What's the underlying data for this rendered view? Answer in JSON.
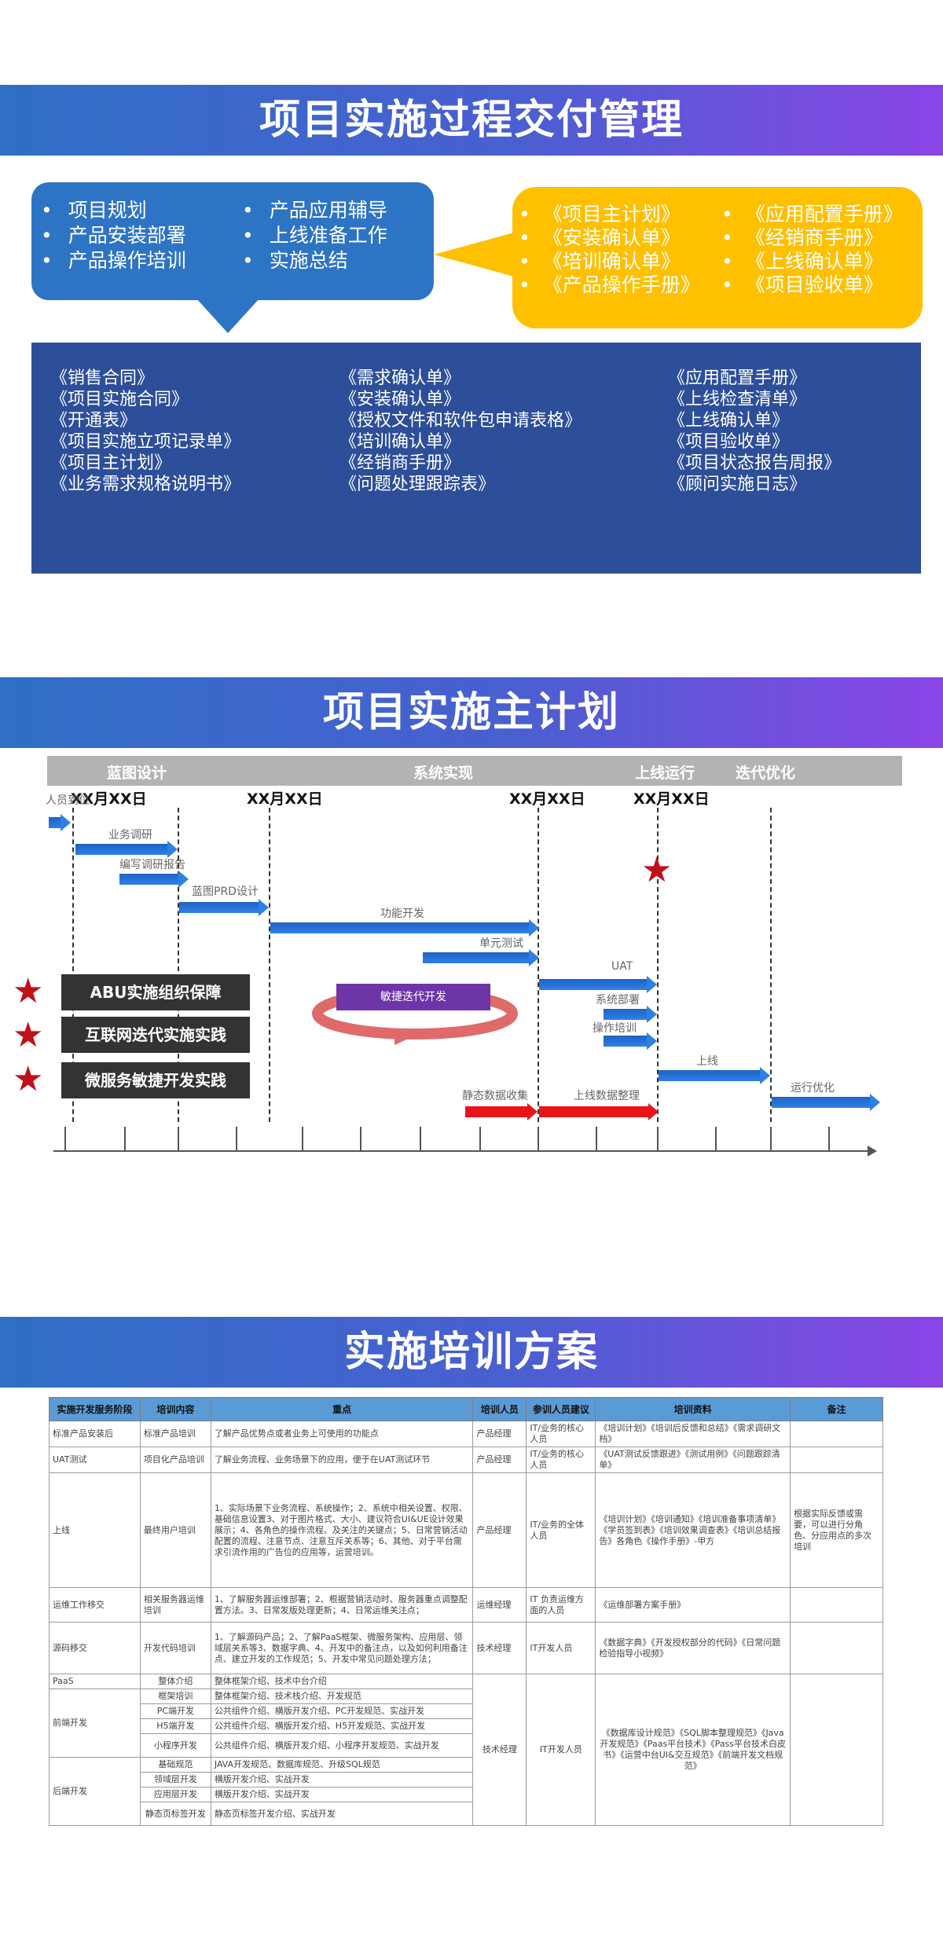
{
  "section1": {
    "title": "项目实施过程交付管理",
    "blue_left": [
      "项目规划",
      "产品安装部署",
      "产品操作培训"
    ],
    "blue_right": [
      "产品应用辅导",
      "上线准备工作",
      "实施总结"
    ],
    "yellow_left": [
      "《项目主计划》",
      "《安装确认单》",
      "《培训确认单》",
      "《产品操作手册》"
    ],
    "yellow_right": [
      "《应用配置手册》",
      "《经销商手册》",
      "《上线确认单》",
      "《项目验收单》"
    ],
    "docs_col1": [
      "《销售合同》",
      "《项目实施合同》",
      "《开通表》",
      "《项目实施立项记录单》",
      "《项目主计划》",
      "《业务需求规格说明书》"
    ],
    "docs_col2": [
      "《需求确认单》",
      "《安装确认单》",
      "《授权文件和软件包申请表格》",
      "《培训确认单》",
      "《经销商手册》",
      "《问题处理跟踪表》"
    ],
    "docs_col3": [
      "《应用配置手册》",
      "《上线检查清单》",
      "《上线确认单》",
      "《项目验收单》",
      "《项目状态报告周报》",
      "《顾问实施日志》"
    ]
  },
  "section2": {
    "title": "项目实施主计划",
    "phases": [
      "蓝图设计",
      "系统实现",
      "上线运行",
      "迭代优化"
    ],
    "dates": [
      "XX月XX日",
      "XX月XX日",
      "XX月XX日",
      "XX月XX日"
    ],
    "tasks": {
      "arrive": "人员到位",
      "research": "业务调研",
      "report": "编写调研报告",
      "prd": "蓝图PRD设计",
      "dev": "功能开发",
      "unit": "单元测试",
      "uat": "UAT",
      "deploy": "系统部署",
      "train": "操作培训",
      "golive": "上线",
      "ops": "运行优化",
      "static": "静态数据收集",
      "live_data": "上线数据整理",
      "agile": "敏捷迭代开发"
    },
    "callouts": [
      "ABU实施组织保障",
      "互联网迭代实施实践",
      "微服务敏捷开发实践"
    ]
  },
  "section3": {
    "title": "实施培训方案",
    "headers": [
      "实施开发服务阶段",
      "培训内容",
      "重点",
      "培训人员",
      "参训人员建议",
      "培训资料",
      "备注"
    ],
    "rows": [
      [
        "标准产品安装后",
        "标准产品培训",
        "了解产品优势点或者业务上可使用的功能点",
        "产品经理",
        "IT/业务的核心人员",
        "《培训计划》《培训后反馈和总结》《需求调研文档》",
        ""
      ],
      [
        "UAT测试",
        "项目化产品培训",
        "了解业务流程、业务场景下的应用，便于在UAT测试环节",
        "产品经理",
        "IT/业务的核心人员",
        "《UAT测试反馈跟进》《测试用例》《问题跟踪清单》",
        ""
      ],
      [
        "上线",
        "最终用户培训",
        "1、实际场景下业务流程、系统操作；2、系统中相关设置、权限、基础信息设置3、对于图片格式、大小、建议符合UI&UE设计效果展示；4、各角色的操作流程、及关注的关键点；5、日常营销活动配置的流程、注意节点、注意互斥关系等；6、其他、对于平台需求引流作用的广告位的应用等，运营培训。",
        "产品经理",
        "IT/业务的全体人员",
        "《培训计划》《培训通知》《培训准备事项清单》《学员签到表》《培训效果调查表》《培训总结报告》各角色《操作手册》-甲方",
        "根据实际反馈或需要，可以进行分角色、分应用点的多次培训"
      ],
      [
        "运维工作移交",
        "相关服务器运维培训",
        "1、了解服务器运维部署；2、根据营销活动时、服务器重点调整配置方法。3、日常发版处理更新；4、日常运维关注点；",
        "运维经理",
        "IT 负责运维方面的人员",
        "《运维部署方案手册》",
        ""
      ],
      [
        "源码移交",
        "开发代码培训",
        "1、了解源码产品；2、了解PaaS框架、微服务架构、应用层、领域层关系等3、数据字典、4、开发中的备注点，以及如何利用备注点、建立开发的工作规范；5、开发中常见问题处理方法；",
        "技术经理",
        "IT开发人员",
        "《数据字典》《开发授权部分的代码》《日常问题检验指导小视频》",
        ""
      ]
    ],
    "sub_groups": [
      {
        "stage": "PaaS",
        "items": [
          [
            "整体介绍",
            "整体框架介绍、技术中台介绍"
          ]
        ]
      },
      {
        "stage": "前端开发",
        "items": [
          [
            "框架培训",
            "整体框架介绍、技术栈介绍、开发规范"
          ],
          [
            "PC端开发",
            "公共组件介绍、横版开发介绍、PC开发规范、实战开发"
          ],
          [
            "H5端开发",
            "公共组件介绍、横版开发介绍、H5开发规范、实战开发"
          ],
          [
            "小程序开发",
            "公共组件介绍、横版开发介绍、小程序开发规范、实战开发"
          ]
        ]
      },
      {
        "stage": "后端开发",
        "items": [
          [
            "基础规范",
            "JAVA开发规范、数据库规范、升级SQL规范"
          ],
          [
            "领域层开发",
            "横版开发介绍、实战开发"
          ],
          [
            "应用层开发",
            "横版开发介绍、实战开发"
          ],
          [
            "静态页标签开发",
            "静态页标签开发介绍、实战开发"
          ]
        ]
      }
    ],
    "sub_trainer": "技术经理",
    "sub_attendees": "IT开发人员",
    "sub_materials": "《数据库设计规范》《SQL脚本整理规范》《Java开发规范》《Paas平台技术》《Pass平台技术白皮书》《运营中台UI&交互规范》《前端开发文档规范》"
  },
  "colors": {
    "banner_start": "#2f6fc6",
    "banner_end": "#8a45e6",
    "blue_bubble": "#2e74c5",
    "yellow_bubble": "#ffc000",
    "doc_box": "#2d4e99",
    "task_arrow": "#1e63c4",
    "red_arrow": "#e8141a",
    "star": "#c0101a"
  }
}
